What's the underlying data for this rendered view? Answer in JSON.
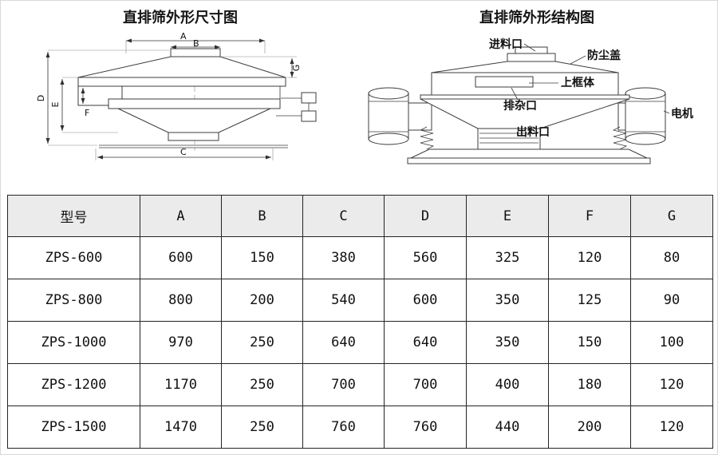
{
  "left_diagram": {
    "title": "直排筛外形尺寸图",
    "labels": {
      "A": "A",
      "B": "B",
      "C": "C",
      "D": "D",
      "E": "E",
      "F": "F",
      "G": "G"
    }
  },
  "right_diagram": {
    "title": "直排筛外形结构图",
    "labels": {
      "feed_inlet": "进料口",
      "dust_cover": "防尘盖",
      "upper_frame": "上框体",
      "waste_outlet": "排杂口",
      "discharge_outlet": "出料口",
      "motor": "电机"
    }
  },
  "table": {
    "headers": [
      "型号",
      "A",
      "B",
      "C",
      "D",
      "E",
      "F",
      "G"
    ],
    "rows": [
      [
        "ZPS-600",
        "600",
        "150",
        "380",
        "560",
        "325",
        "120",
        "80"
      ],
      [
        "ZPS-800",
        "800",
        "200",
        "540",
        "600",
        "350",
        "125",
        "90"
      ],
      [
        "ZPS-1000",
        "970",
        "250",
        "640",
        "640",
        "350",
        "150",
        "100"
      ],
      [
        "ZPS-1200",
        "1170",
        "250",
        "700",
        "700",
        "400",
        "180",
        "120"
      ],
      [
        "ZPS-1500",
        "1470",
        "250",
        "760",
        "760",
        "440",
        "200",
        "120"
      ]
    ]
  }
}
